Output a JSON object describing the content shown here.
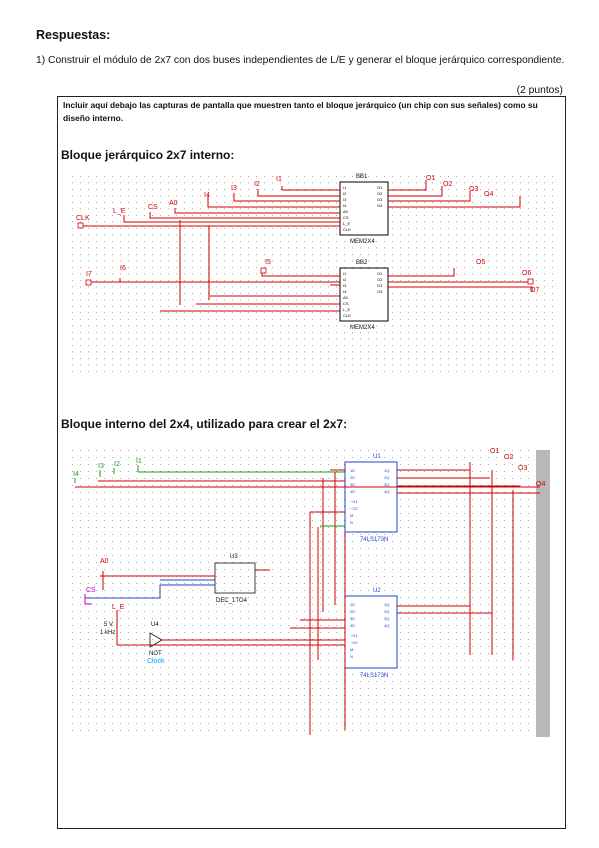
{
  "heading": "Respuestas:",
  "question": "1) Construir el módulo de 2x7 con dos buses independientes de L/E y generar el bloque jerárquico correspondiente.",
  "points": "(2 puntos)",
  "instructions": "Incluir aquí debajo las capturas de pantalla que muestren tanto el bloque jerárquico (un chip con sus señales) como su diseño interno.",
  "section1_title": "Bloque jerárquico 2x7 interno:",
  "section2_title": "Bloque interno del 2x4, utilizado para crear el 2x7:",
  "diagram1": {
    "labels": [
      "I1",
      "I2",
      "I3",
      "I4",
      "A0",
      "CS",
      "L_E",
      "CLK",
      "I5",
      "I6",
      "I7",
      "O1",
      "O2",
      "O3",
      "O4",
      "O5",
      "O6",
      "O7"
    ],
    "chip1_name": "BB1",
    "chip2_name": "BB2",
    "chip_type": "MEM2X4"
  },
  "diagram2": {
    "labels": [
      "I4",
      "I3",
      "I2",
      "I1",
      "A0",
      "CS",
      "L_E",
      "O1",
      "O2",
      "O3",
      "O4"
    ],
    "chip_top": "U1",
    "chip_bottom": "U2",
    "chip_type": "74LS173N",
    "decoder_name": "U3",
    "decoder_type": "DEC_1TO4",
    "not_name": "U4",
    "not_type": "NOT",
    "clock_label": "Clock",
    "freq": "1 kHz",
    "volt": "5 V"
  }
}
